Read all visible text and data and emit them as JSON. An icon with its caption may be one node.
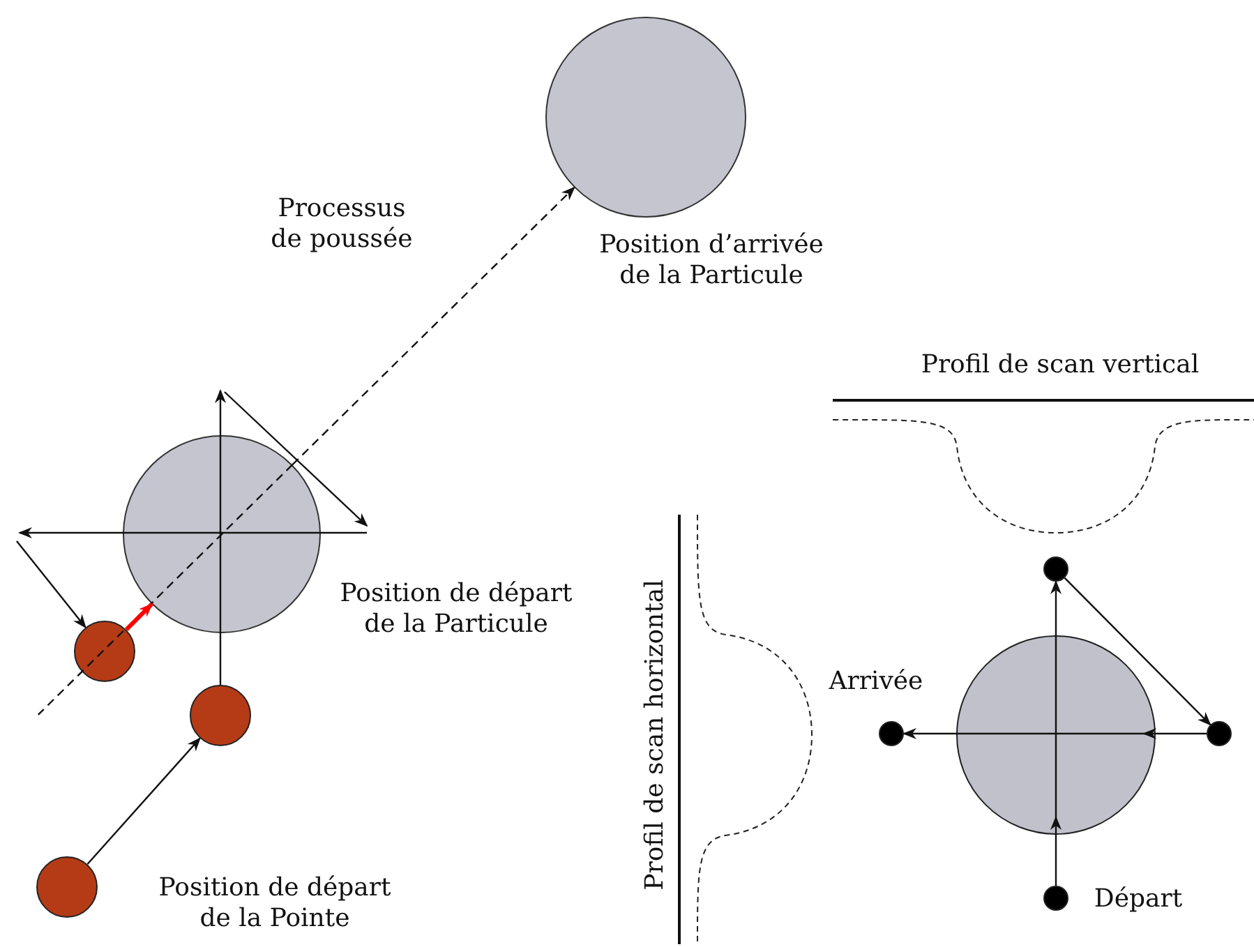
{
  "diagram": {
    "nodes": [
      {
        "text": [],
        "shape": "circle",
        "beside": [
          "Position d’arrivée de la Particule"
        ]
      },
      {
        "text": [],
        "shape": "circle",
        "beside": [
          "Position de départ de la Particule"
        ]
      },
      {
        "text": [],
        "shape": "circle",
        "beside": [
          "Position de départ de la Pointe"
        ]
      },
      {
        "text": [],
        "shape": "circle"
      },
      {
        "text": [],
        "shape": "circle"
      },
      {
        "text": [],
        "shape": "circle"
      },
      {
        "text": [],
        "shape": "circle",
        "beside": [
          "Arrivée"
        ]
      },
      {
        "text": [],
        "shape": "circle"
      },
      {
        "text": [],
        "shape": "circle",
        "beside": [
          "Départ"
        ]
      }
    ],
    "edges": [
      {
        "from": 1,
        "to": 0,
        "arrow": "to",
        "style": "dashed"
      },
      {
        "from": 4,
        "to": 1,
        "arrow": "to",
        "style": "thick",
        "color": "#ff0000"
      },
      {
        "from": 2,
        "to": 3,
        "arrow": "to"
      },
      {
        "from": 3,
        "to": null,
        "arrow": "to"
      },
      {
        "from": null,
        "to": 4,
        "arrow": "to"
      },
      {
        "from": 8,
        "to": 5,
        "arrow": "to"
      },
      {
        "from": 5,
        "to": 7,
        "arrow": "to"
      },
      {
        "from": 7,
        "to": 6,
        "arrow": "to"
      }
    ],
    "labels": [
      "Processus de poussée",
      "Profil de scan vertical",
      "Profil de scan horizontal"
    ]
  }
}
